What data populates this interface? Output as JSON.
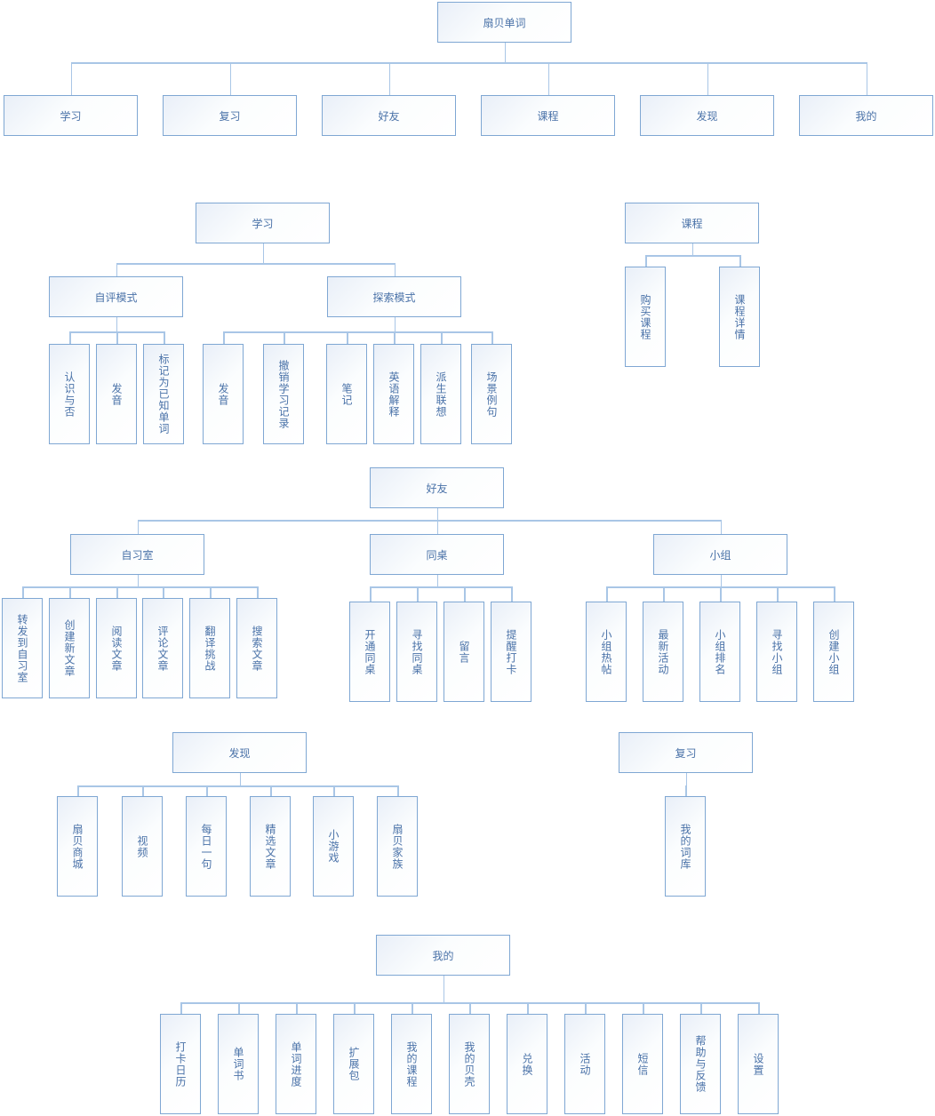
{
  "root": "扇贝单词",
  "level1": [
    "学习",
    "复习",
    "好友",
    "课程",
    "发现",
    "我的"
  ],
  "study": {
    "title": "学习",
    "self_eval": {
      "title": "自评模式",
      "items": [
        "认识与否",
        "发音",
        "标记为已知单词"
      ]
    },
    "explore": {
      "title": "探索模式",
      "items": [
        "发音",
        "撤销学习记录",
        "笔记",
        "英语解释",
        "派生联想",
        "场景例句"
      ]
    }
  },
  "course": {
    "title": "课程",
    "items": [
      "购买课程",
      "课程详情"
    ]
  },
  "friends": {
    "title": "好友",
    "study_room": {
      "title": "自习室",
      "items": [
        "转发到自习室",
        "创建新文章",
        "阅读文章",
        "评论文章",
        "翻译挑战",
        "搜索文章"
      ]
    },
    "deskmate": {
      "title": "同桌",
      "items": [
        "开通同桌",
        "寻找同桌",
        "留言",
        "提醒打卡"
      ]
    },
    "group": {
      "title": "小组",
      "items": [
        "小组热帖",
        "最新活动",
        "小组排名",
        "寻找小组",
        "创建小组"
      ]
    }
  },
  "discover": {
    "title": "发现",
    "items": [
      "扇贝商城",
      "视频",
      "每日一句",
      "精选文章",
      "小游戏",
      "扇贝家族"
    ]
  },
  "review": {
    "title": "复习",
    "items": [
      "我的词库"
    ]
  },
  "mine": {
    "title": "我的",
    "items": [
      "打卡日历",
      "单词书",
      "单词进度",
      "扩展包",
      "我的课程",
      "我的贝壳",
      "兑换",
      "活动",
      "短信",
      "帮助与反馈",
      "设置"
    ]
  }
}
